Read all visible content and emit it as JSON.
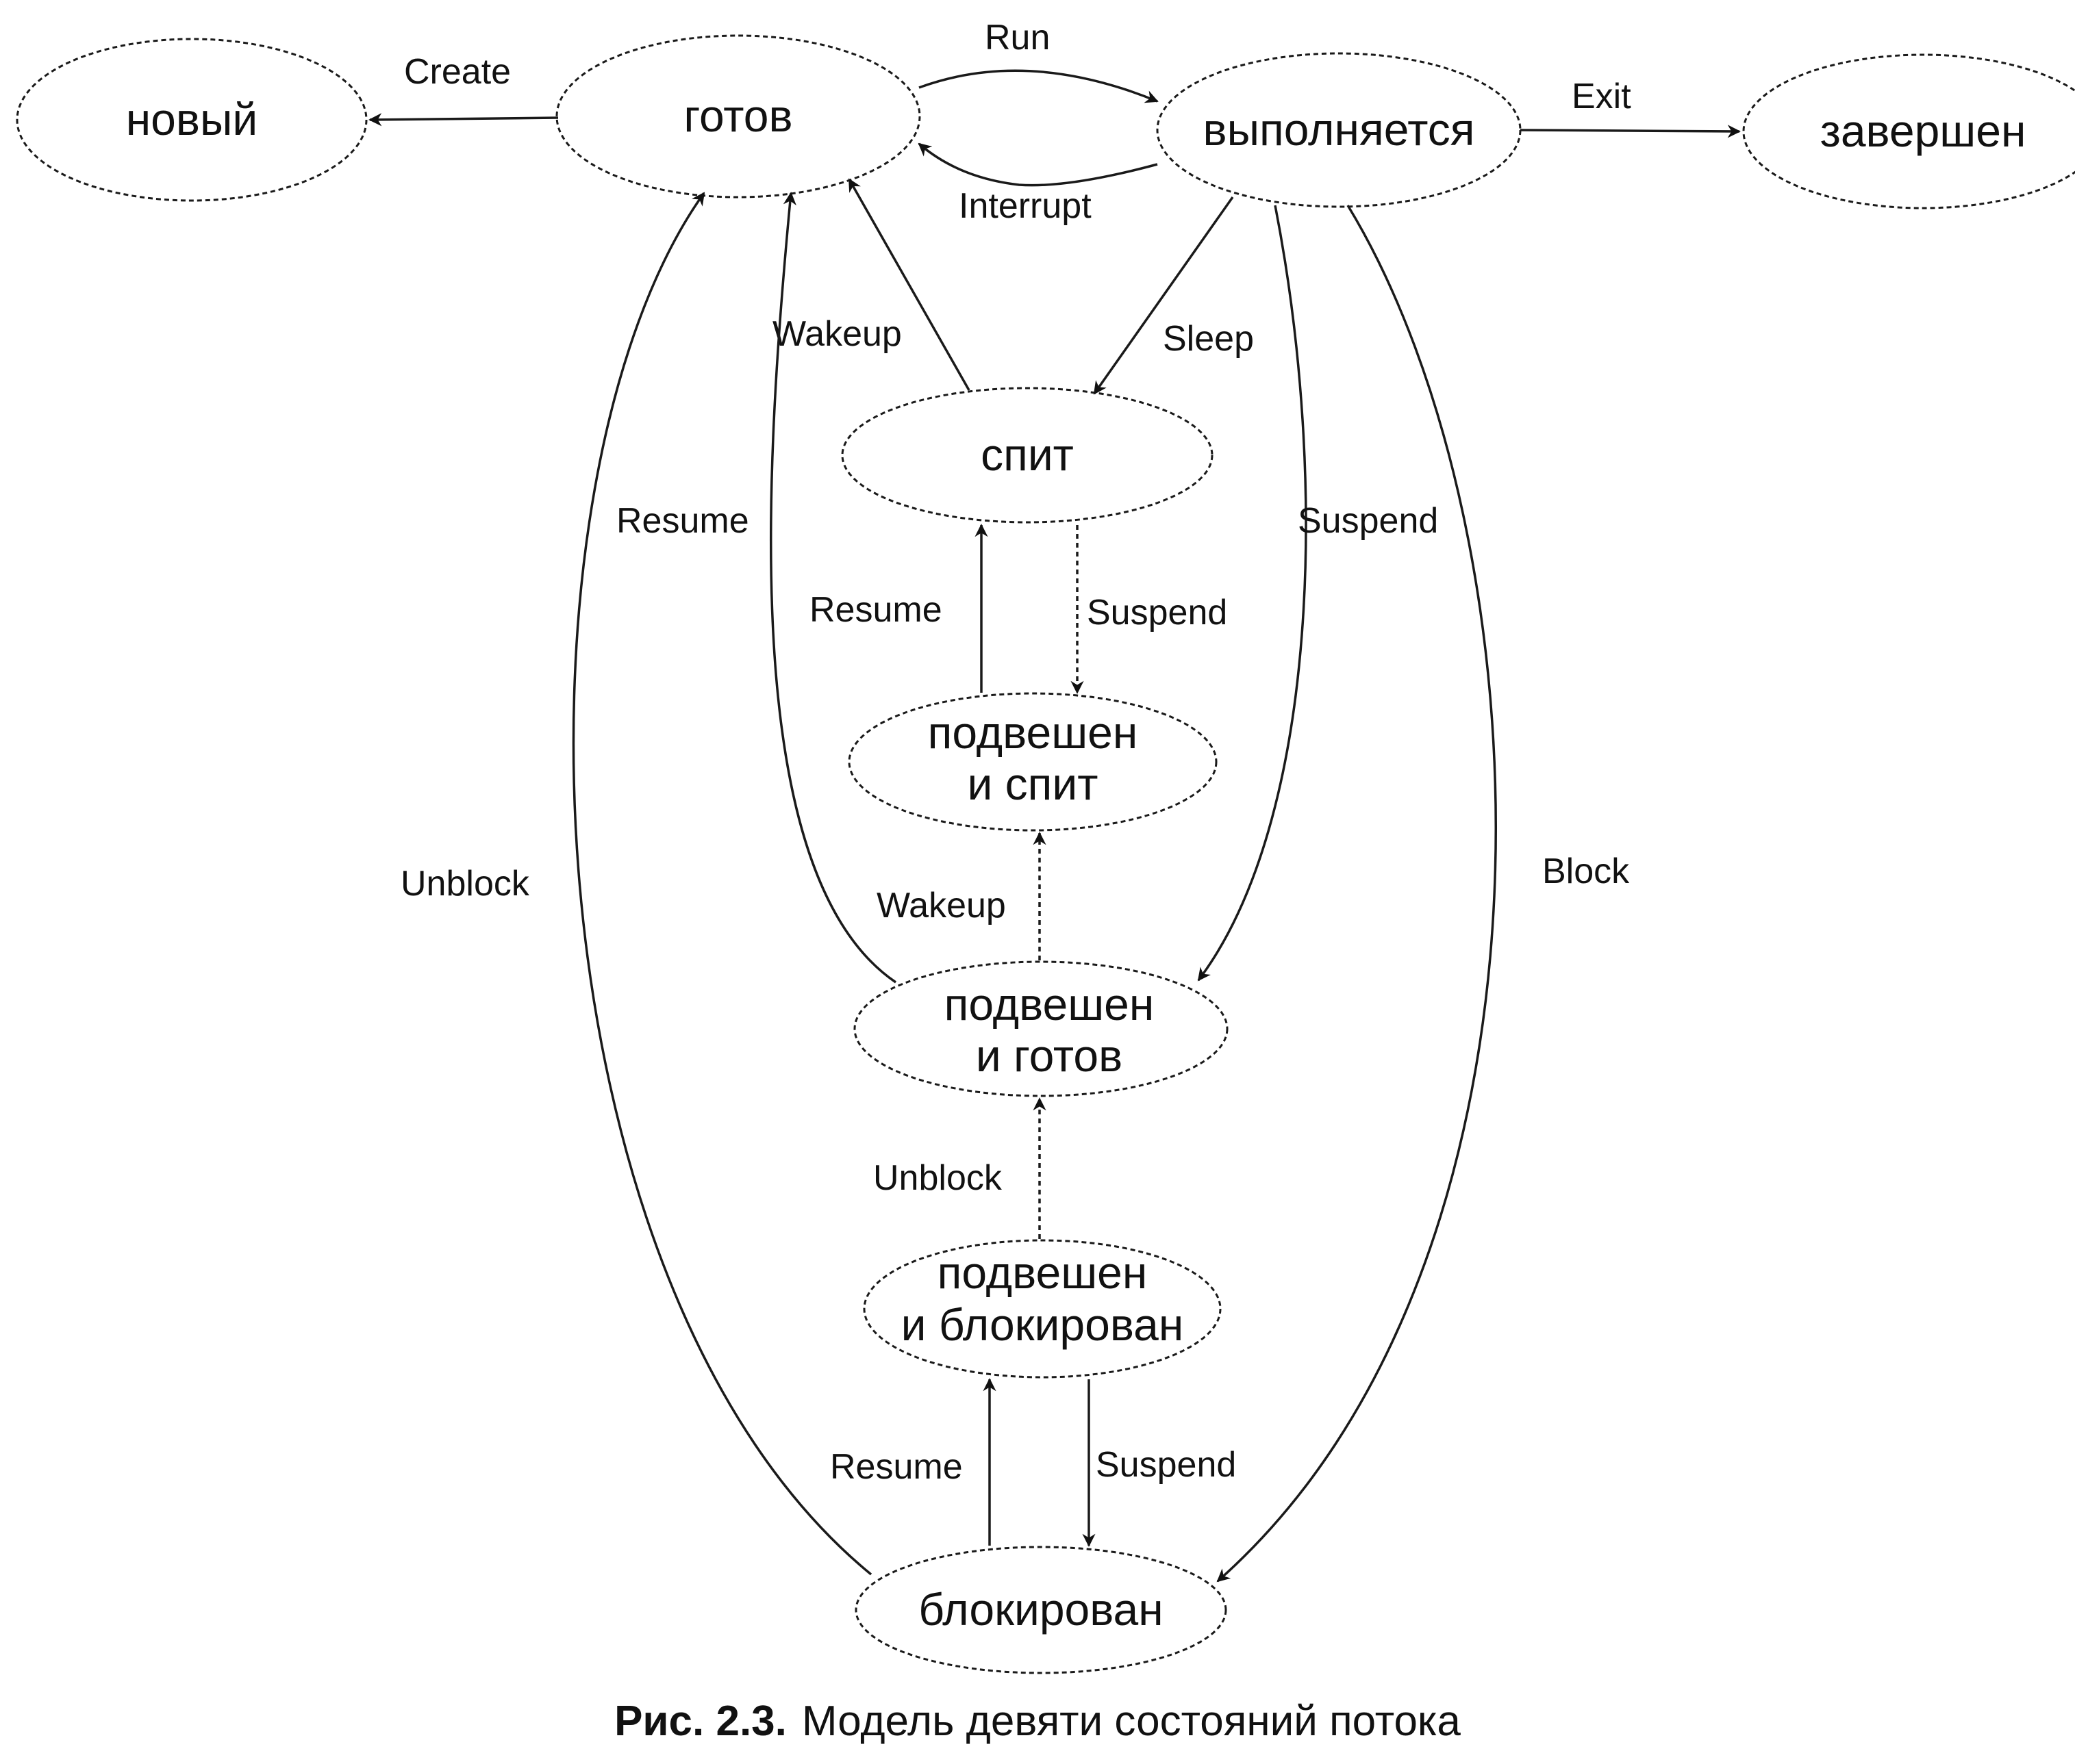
{
  "nodes": {
    "new": [
      "новый"
    ],
    "ready": [
      "готов"
    ],
    "running": [
      "выполняется"
    ],
    "terminated": [
      "завершен"
    ],
    "sleeping": [
      "спит"
    ],
    "suspended_sleeping": [
      "подвешен",
      "и спит"
    ],
    "suspended_ready": [
      "подвешен",
      "и готов"
    ],
    "suspended_blocked": [
      "подвешен",
      "и блокирован"
    ],
    "blocked": [
      "блокирован"
    ]
  },
  "edges": {
    "create": "Create",
    "run": "Run",
    "interrupt": "Interrupt",
    "exit": "Exit",
    "sleep": "Sleep",
    "wakeup_ready": "Wakeup",
    "resume_ready": "Resume",
    "suspend_running": "Suspend",
    "block": "Block",
    "unblock_ready": "Unblock",
    "resume_sleep": "Resume",
    "suspend_sleep": "Suspend",
    "wakeup_suspended": "Wakeup",
    "unblock_suspended": "Unblock",
    "resume_blocked": "Resume",
    "suspend_blocked": "Suspend"
  },
  "caption": {
    "number": "Рис. 2.3.",
    "text": "Модель девяти состояний потока"
  }
}
